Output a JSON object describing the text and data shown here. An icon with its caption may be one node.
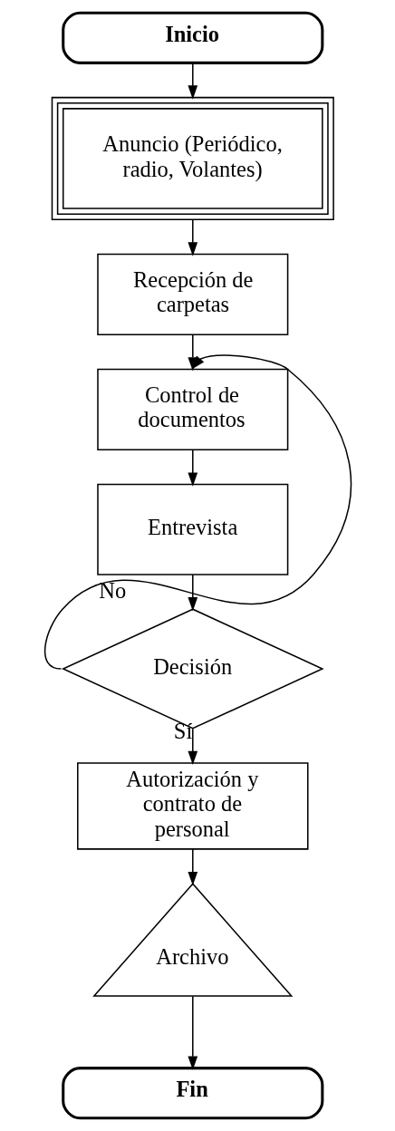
{
  "diagram": {
    "nodes": [
      {
        "text": [
          "Inicio"
        ]
      },
      {
        "text": [
          "Anuncio (Periódico, radio, Volantes)"
        ]
      },
      {
        "text": [
          "Recepción de carpetas"
        ]
      },
      {
        "text": [
          "Control de documentos"
        ]
      },
      {
        "text": [
          "Entrevista"
        ]
      },
      {
        "text": [
          "Decisión"
        ]
      },
      {
        "text": [
          "Autorización y contrato de personal"
        ]
      },
      {
        "text": [
          "Archivo"
        ]
      },
      {
        "text": [
          "Fin"
        ]
      }
    ],
    "edges": [
      {
        "from": 0,
        "to": 1,
        "arrow": "to"
      },
      {
        "from": 1,
        "to": 2,
        "arrow": "to"
      },
      {
        "from": 2,
        "to": 3,
        "arrow": "to"
      },
      {
        "from": 3,
        "to": 4,
        "arrow": "to"
      },
      {
        "from": 4,
        "to": 5,
        "arrow": "to"
      },
      {
        "from": 5,
        "to": 3,
        "arrow": "to",
        "label": "No"
      },
      {
        "from": 5,
        "to": 6,
        "arrow": "to",
        "label": "Sí"
      },
      {
        "from": 6,
        "to": 7,
        "arrow": "to"
      },
      {
        "from": 7,
        "to": 8,
        "arrow": "to"
      }
    ]
  }
}
